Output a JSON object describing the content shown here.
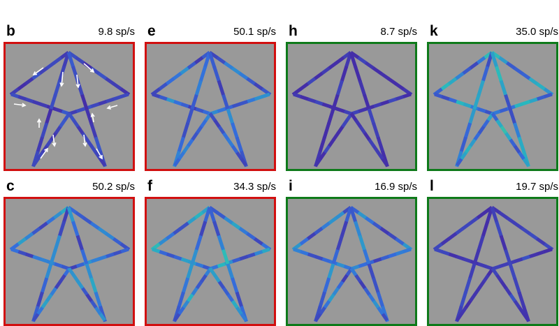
{
  "colors": {
    "red_frame": "#d10f0f",
    "green_frame": "#0e7a1a",
    "stimulus_background": "#999999"
  },
  "panels": [
    {
      "letter": "b",
      "rate": "9.8 sp/s",
      "frame": "red",
      "intensity": 0.15,
      "arrows": true
    },
    {
      "letter": "e",
      "rate": "50.1 sp/s",
      "frame": "red",
      "intensity": 0.4,
      "arrows": false
    },
    {
      "letter": "h",
      "rate": "8.7 sp/s",
      "frame": "green",
      "intensity": 0.05,
      "arrows": false
    },
    {
      "letter": "k",
      "rate": "35.0 sp/s",
      "frame": "green",
      "intensity": 0.55,
      "arrows": false
    },
    {
      "letter": "c",
      "rate": "50.2 sp/s",
      "frame": "red",
      "intensity": 0.45,
      "arrows": false
    },
    {
      "letter": "f",
      "rate": "34.3 sp/s",
      "frame": "red",
      "intensity": 0.5,
      "arrows": false
    },
    {
      "letter": "i",
      "rate": "16.9 sp/s",
      "frame": "green",
      "intensity": 0.4,
      "arrows": false
    },
    {
      "letter": "l",
      "rate": "19.7 sp/s",
      "frame": "green",
      "intensity": 0.1,
      "arrows": false
    }
  ]
}
